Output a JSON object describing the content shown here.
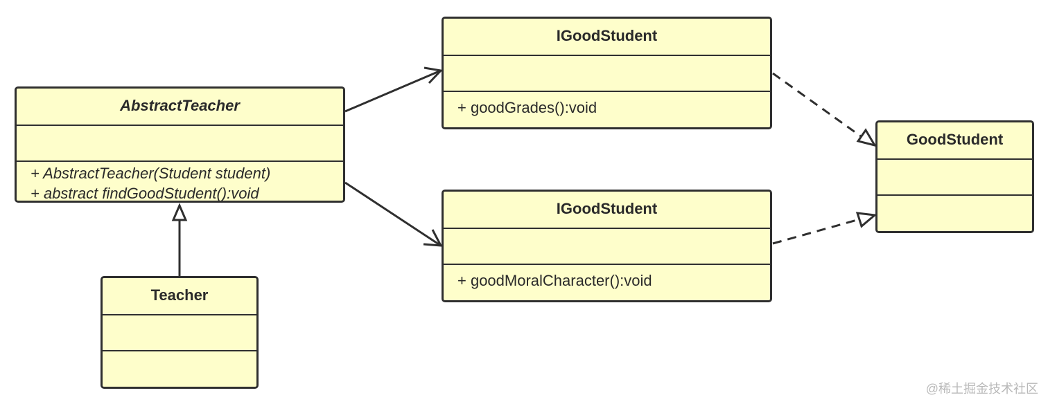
{
  "diagram": {
    "classes": {
      "abstract_teacher": {
        "name": "AbstractTeacher",
        "operations": [
          "+ AbstractTeacher(Student student)",
          "+ abstract findGoodStudent():void"
        ]
      },
      "teacher": {
        "name": "Teacher",
        "operations": []
      },
      "igood_student_top": {
        "name": "IGoodStudent",
        "operations": [
          "+ goodGrades():void"
        ]
      },
      "igood_student_bottom": {
        "name": "IGoodStudent",
        "operations": [
          "+ goodMoralCharacter():void"
        ]
      },
      "good_student": {
        "name": "GoodStudent",
        "operations": []
      }
    },
    "relationships": [
      {
        "from": "teacher",
        "to": "abstract_teacher",
        "kind": "generalization"
      },
      {
        "from": "abstract_teacher",
        "to": "igood_student_top",
        "kind": "association"
      },
      {
        "from": "abstract_teacher",
        "to": "igood_student_bottom",
        "kind": "association"
      },
      {
        "from": "igood_student_top",
        "to": "good_student",
        "kind": "realization"
      },
      {
        "from": "igood_student_bottom",
        "to": "good_student",
        "kind": "realization"
      }
    ],
    "colors": {
      "class_fill": "#fefecb",
      "line": "#2f2f2f"
    }
  },
  "watermark": "@稀土掘金技术社区"
}
